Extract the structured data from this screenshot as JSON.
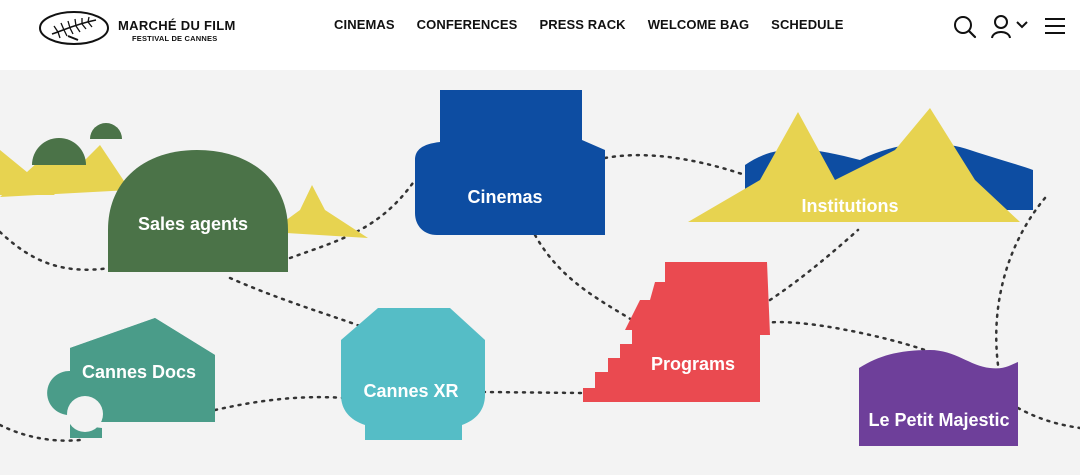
{
  "header": {
    "logo_title": "MARCHÉ DU FILM",
    "logo_subtitle": "FESTIVAL DE CANNES",
    "nav": [
      "CINEMAS",
      "CONFERENCES",
      "PRESS RACK",
      "WELCOME BAG",
      "SCHEDULE"
    ],
    "icons": [
      "search-icon",
      "user-icon",
      "chevron-down-icon",
      "menu-icon"
    ]
  },
  "map": {
    "places": [
      {
        "label": "Sales agents",
        "color": "#4b7348"
      },
      {
        "label": "Cinemas",
        "color": "#0d4da2"
      },
      {
        "label": "Institutions",
        "color": "#e7d350"
      },
      {
        "label": "Programs",
        "color": "#ea4a50"
      },
      {
        "label": "Cannes Docs",
        "color": "#4a9c89"
      },
      {
        "label": "Cannes XR",
        "color": "#55bdc6"
      },
      {
        "label": "Le Petit Majestic",
        "color": "#6e3f9a"
      }
    ]
  }
}
